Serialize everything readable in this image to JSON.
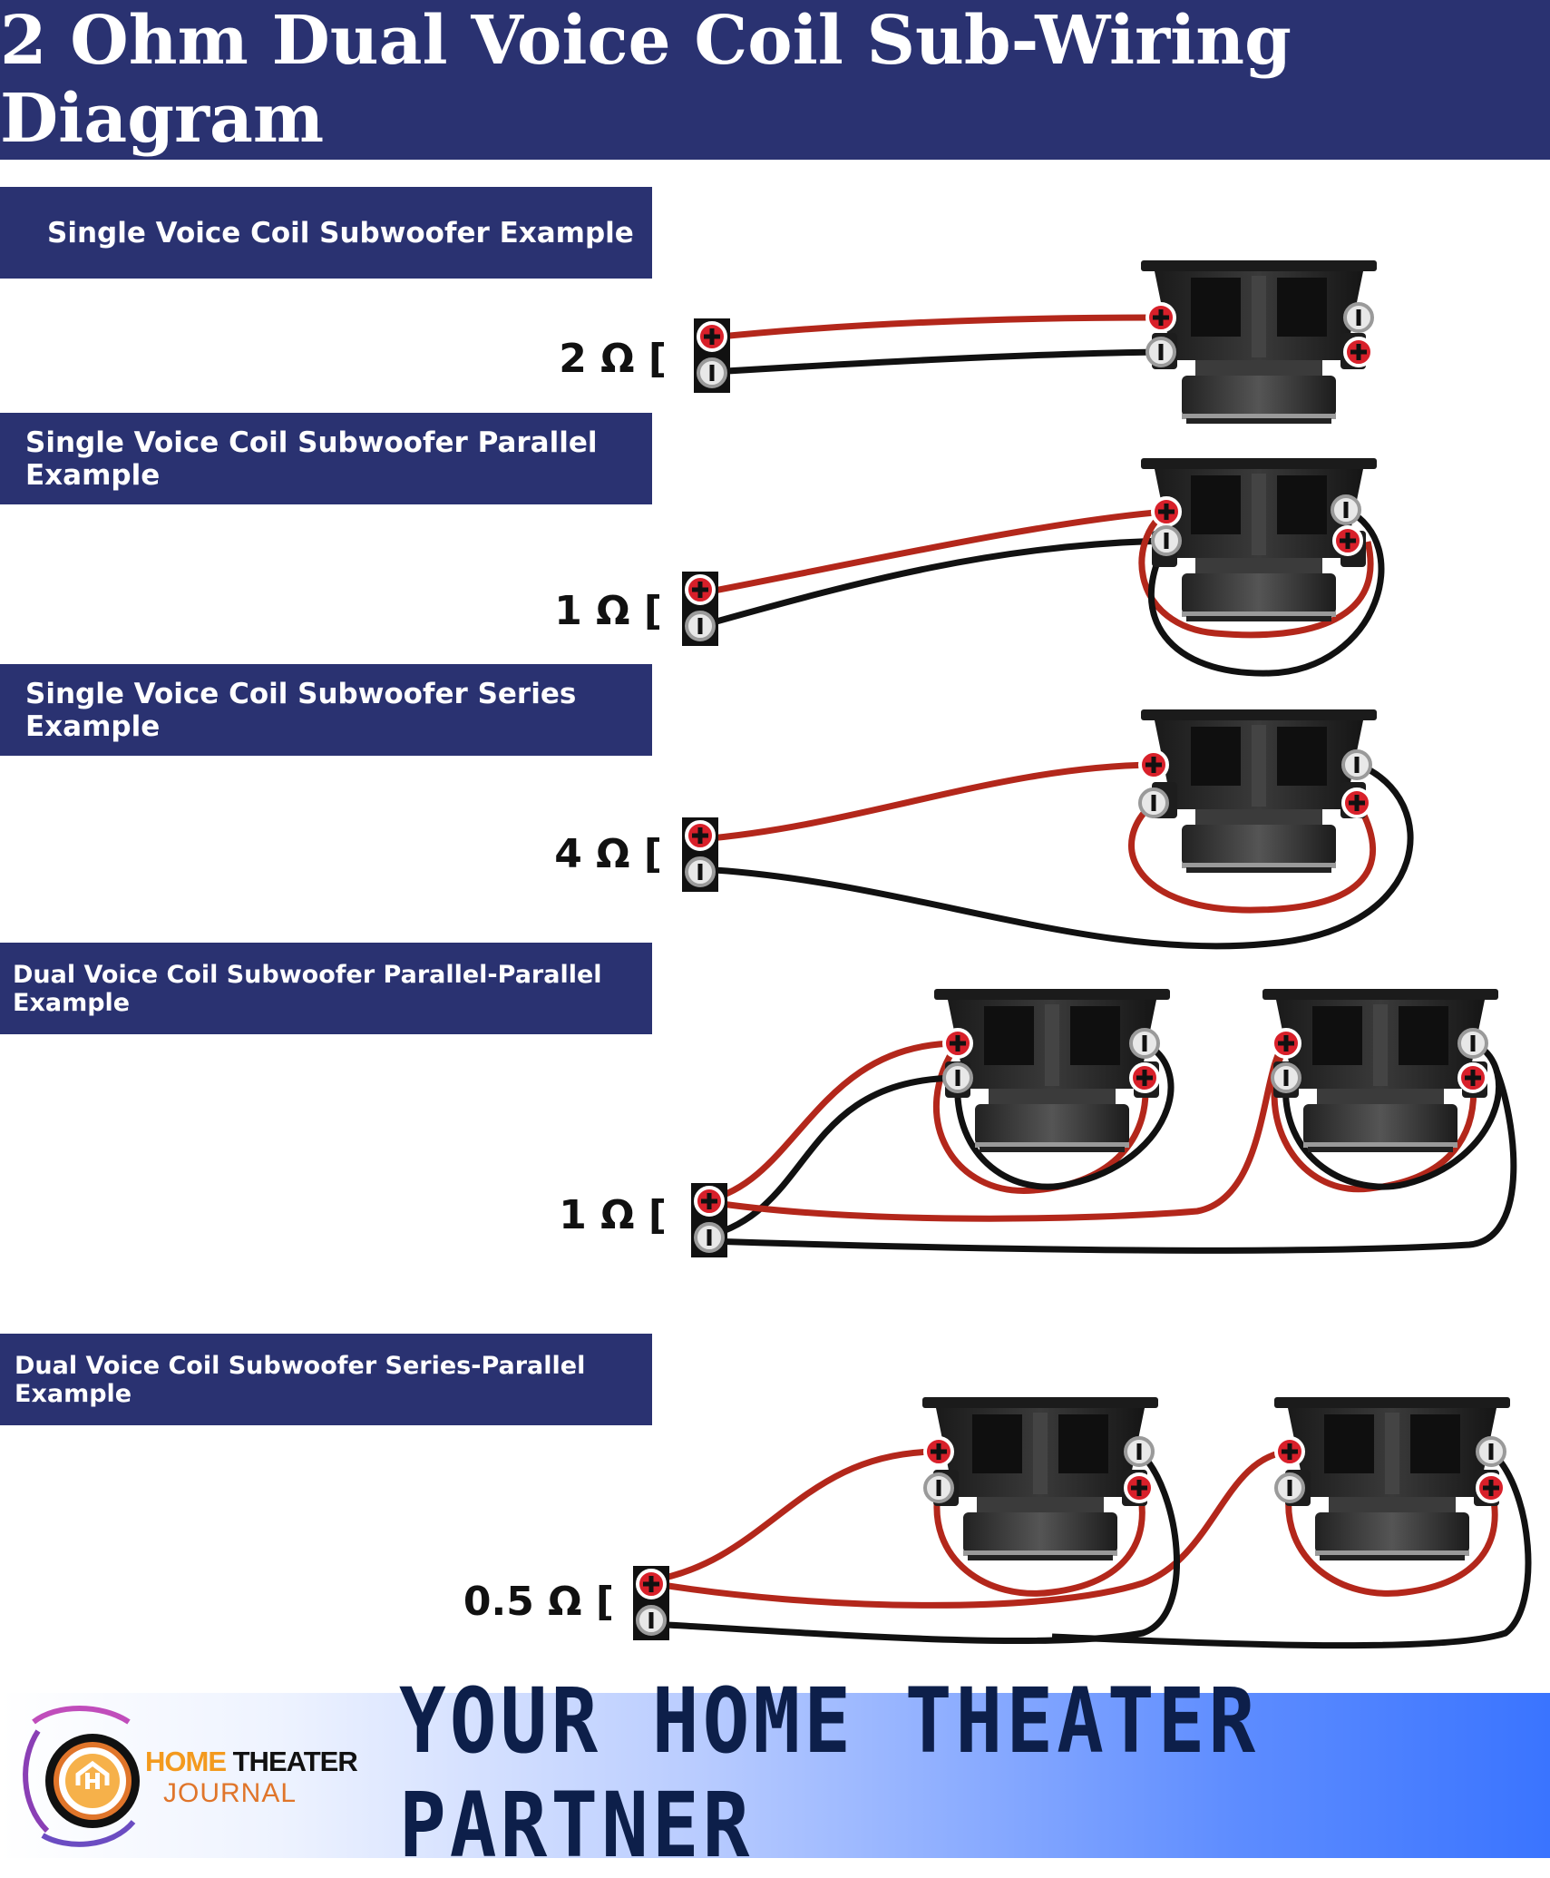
{
  "title": "2 Ohm Dual Voice Coil Sub-Wiring Diagram",
  "sections": [
    {
      "heading": "Single Voice Coil Subwoofer Example",
      "impedance": "2 Ω ["
    },
    {
      "heading": "Single Voice Coil Subwoofer Parallel Example",
      "impedance": "1 Ω ["
    },
    {
      "heading": "Single Voice Coil Subwoofer Series Example",
      "impedance": "4 Ω ["
    },
    {
      "heading": "Dual Voice Coil Subwoofer Parallel-Parallel Example",
      "impedance": "1 Ω ["
    },
    {
      "heading": "Dual Voice Coil Subwoofer Series-Parallel Example",
      "impedance": "0.5 Ω ["
    }
  ],
  "footer": {
    "brand_home": "HOME",
    "brand_theater": "THEATER",
    "brand_journal": "JOURNAL",
    "tagline": "YOUR HOME THEATER PARTNER"
  },
  "colors": {
    "banner": "#2a3271",
    "positive_wire": "#b3271b",
    "negative_wire": "#111111",
    "positive_terminal": "#d8202a",
    "negative_terminal": "#e8e8e8"
  }
}
